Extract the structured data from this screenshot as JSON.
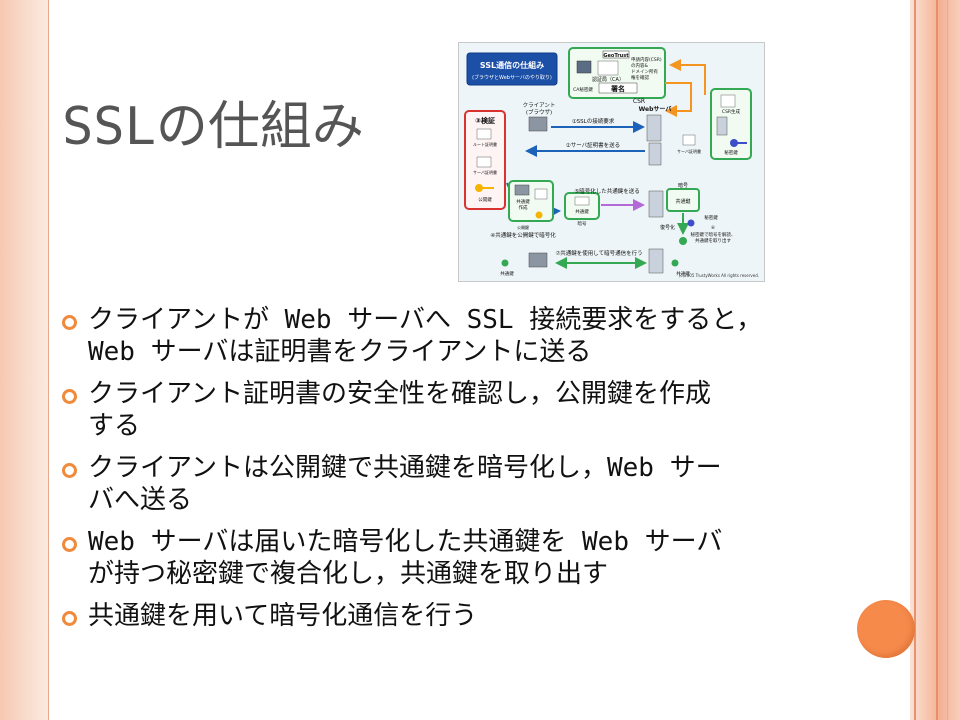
{
  "title": "SSLの仕組み",
  "diagram": {
    "header": "SSL通信の仕組み",
    "subheader": "(ブラウザとWebサーバのやり取り)",
    "geotrust": "GeoTrust",
    "ca_label": "認証局（CA）",
    "ca_cert_label": "CA秘密鍵",
    "csr_desc_1": "申請内容(CSR)",
    "csr_desc_2": "の内容&",
    "csr_desc_3": "ドメイン所有",
    "csr_desc_4": "権を確認",
    "sign": "署名",
    "csr": "CSR",
    "csr_gen": "CSR生成",
    "secret_key": "秘密鍵",
    "client": "クライアント",
    "browser": "(ブラウザ)",
    "web_server": "Webサーバ",
    "server_cert": "サーバ証明書",
    "step1": "①SSLの接続要求",
    "step2": "②サーバ証明書を送る",
    "step3": "③検証",
    "root_cert": "ルート証明書",
    "server_cert2": "サーバ証明書",
    "public_key": "公開鍵",
    "shared_key_create_1": "共通鍵",
    "shared_key_create_2": "作成",
    "public_key2": "公開鍵",
    "shared_key": "共通鍵",
    "step5": "⑤暗号化した共通鍵を送る",
    "cipher": "暗号",
    "shared_key3": "共通鍵",
    "cipher2": "暗号",
    "step4": "④共通鍵を公開鍵で暗号化",
    "decrypt": "復号化",
    "secret_key2": "秘密鍵",
    "step6_1": "⑥",
    "step6_2": "秘密鍵で暗号を解読、",
    "step6_3": "共通鍵を取り出す",
    "step7": "⑦共通鍵を使用して暗号通信を行う",
    "shared_key4": "共通鍵",
    "shared_key5": "共通鍵",
    "copyright": "(c)2005 TrustyWorks All rights reserved."
  },
  "bullets": [
    {
      "line1": "クライアントが Web サーバへ SSL 接続要求をすると，",
      "line2": "Web サーバは証明書をクライアントに送る"
    },
    {
      "line1": "クライアント証明書の安全性を確認し，公開鍵を作成",
      "line2": "する"
    },
    {
      "line1": "クライアントは公開鍵で共通鍵を暗号化し，Web サー",
      "line2": "バへ送る"
    },
    {
      "line1": "Web サーバは届いた暗号化した共通鍵を Web サーバ",
      "line2": "が持つ秘密鍵で複合化し，共通鍵を取り出す"
    },
    {
      "line1": "共通鍵を用いて暗号化通信を行う",
      "line2": ""
    }
  ],
  "colors": {
    "accent": "#f08a3c",
    "border_pink": "#f6c8b2",
    "diagram_blue": "#1c62b8",
    "diagram_green": "#34a853",
    "diagram_red": "#d9332f",
    "diagram_orange": "#f5941e"
  }
}
